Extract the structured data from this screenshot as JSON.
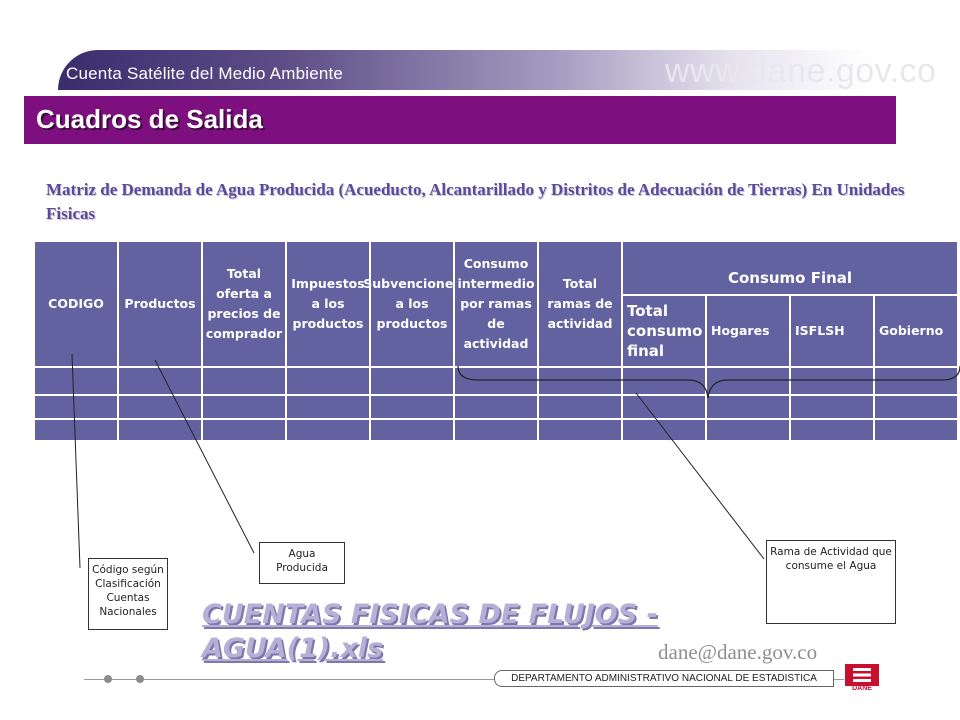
{
  "header": {
    "subtitle": "Cuenta Satélite del Medio Ambiente",
    "site_url": "www.dane.gov.co"
  },
  "title": "Cuadros de Salida",
  "matrix_title": "Matriz de Demanda de Agua Producida (Acueducto, Alcantarillado y Distritos de Adecuación de Tierras) En Unidades Fisicas",
  "table": {
    "columns": [
      "CODIGO",
      "Productos",
      "Total oferta a precios de comprador",
      "Impuestos a los productos",
      "Subvenciones a los productos",
      "Consumo intermedio por ramas de actividad",
      "Total ramas de actividad"
    ],
    "consumo_final": {
      "label": "Consumo Final",
      "subcolumns": [
        "Total consumo final",
        "Hogares",
        "ISFLSH",
        "Gobierno"
      ]
    }
  },
  "callouts": {
    "codigo": "Código según Clasificación Cuentas Nacionales",
    "productos": "Agua Producida",
    "ramas": "Rama de Actividad que consume el Agua"
  },
  "link_text": "CUENTAS FISICAS DE FLUJOS - AGUA(1).xls",
  "email": "dane@dane.gov.co",
  "footer": {
    "department": "DEPARTAMENTO ADMINISTRATIVO NACIONAL DE ESTADISTICA",
    "logo_text": "DANE"
  },
  "colors": {
    "title_bar": "#7d0f7e",
    "table_cell": "#6262a0",
    "matrix_title": "#5b4a99",
    "link": "#b6b0d6"
  }
}
